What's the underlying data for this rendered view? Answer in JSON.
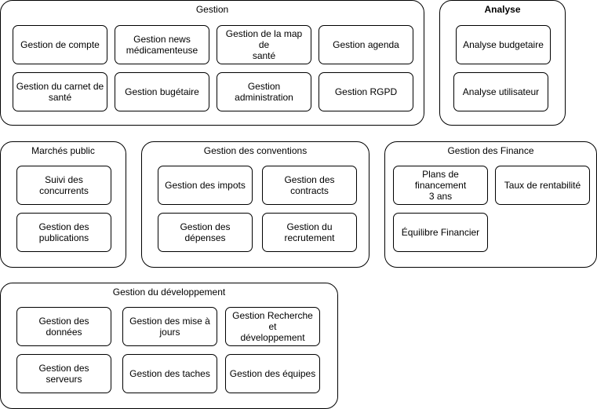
{
  "groups": {
    "gestion": {
      "title": "Gestion",
      "items": [
        "Gestion de compte",
        "Gestion news\nmédicamenteuse",
        "Gestion de la map de\nsanté",
        "Gestion agenda",
        "Gestion du carnet de\nsanté",
        "Gestion bugétaire",
        "Gestion\nadministration",
        "Gestion RGPD"
      ]
    },
    "analyse": {
      "title": "Analyse",
      "items": [
        "Analyse budgetaire",
        "Analyse utilisateur"
      ]
    },
    "marches": {
      "title": "Marchés public",
      "items": [
        "Suivi des concurrents",
        "Gestion des\npublications"
      ]
    },
    "conventions": {
      "title": "Gestion des conventions",
      "items": [
        "Gestion des impots",
        "Gestion des contracts",
        "Gestion des\ndépenses",
        "Gestion du\nrecrutement"
      ]
    },
    "finance": {
      "title": "Gestion des Finance",
      "items": [
        "Plans de financement\n3 ans",
        "Taux de rentabilité",
        "Équilibre  Financier"
      ]
    },
    "developpement": {
      "title": "Gestion du développement",
      "items": [
        "Gestion des données",
        "Gestion des mise à\njours",
        "Gestion Recherche et\ndéveloppement",
        "Gestion des serveurs",
        "Gestion des taches",
        "Gestion des équipes"
      ]
    }
  }
}
